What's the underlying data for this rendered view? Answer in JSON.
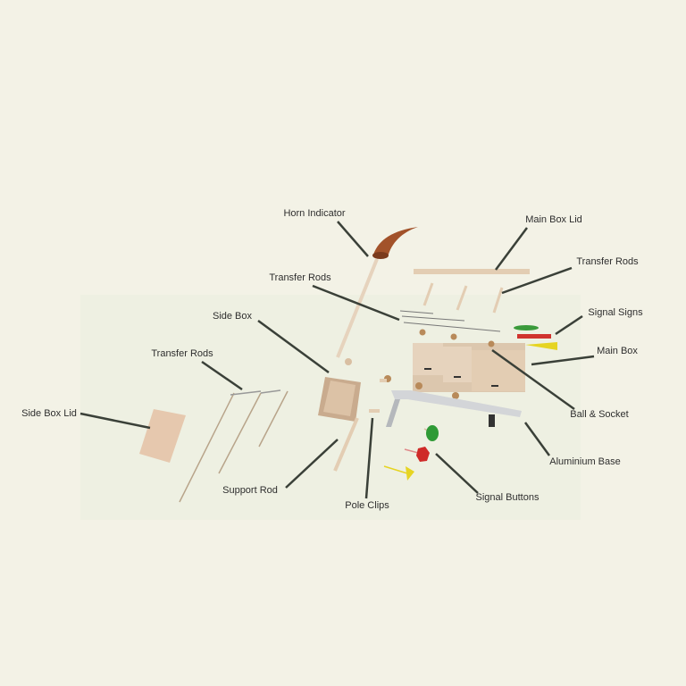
{
  "title": "Exploded view diagram",
  "labels": {
    "horn_indicator": "Horn Indicator",
    "main_box_lid": "Main Box Lid",
    "transfer_rods_right": "Transfer Rods",
    "transfer_rods_middle": "Transfer Rods",
    "signal_signs": "Signal Signs",
    "side_box": "Side Box",
    "main_box": "Main Box",
    "transfer_rods_left": "Transfer Rods",
    "ball_socket": "Ball & Socket",
    "side_box_lid": "Side Box Lid",
    "aluminium_base": "Aluminium Base",
    "support_rod": "Support Rod",
    "pole_clips": "Pole Clips",
    "signal_buttons": "Signal Buttons"
  },
  "colors": {
    "background": "#f3f2e6",
    "leader_line": "#3a4038",
    "wood": "#e3cdb3",
    "horn": "#a2522a",
    "green": "#3a9a3a",
    "red": "#d0332e",
    "yellow": "#e6d422",
    "aluminium": "#c9cbcf"
  }
}
